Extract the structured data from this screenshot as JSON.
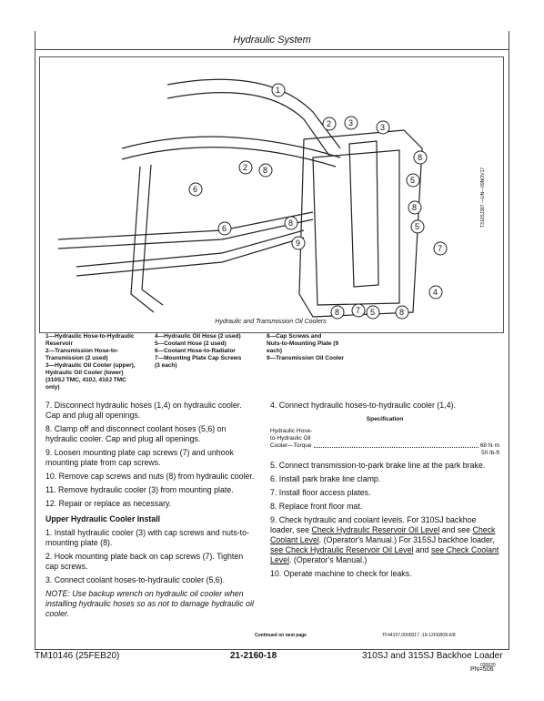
{
  "header": {
    "title": "Hydraulic System"
  },
  "figure": {
    "caption": "Hydraulic and Transmission Oil Coolers",
    "side_id": "T310SJ387 —UN—09NOV17",
    "callouts": [
      "1",
      "2",
      "3",
      "4",
      "5",
      "6",
      "7",
      "8",
      "9"
    ]
  },
  "legend": {
    "col1": [
      "1—Hydraulic Hose-to-Hydraulic",
      "     Reservoir",
      "2—Transmission Hose-to-",
      "     Transmission (2 used)",
      "3—Hydraulic Oil Cooler (upper),",
      "     Hydraulic Oil Cooler (lower)",
      "     (310SJ TMC, 410J, 410J TMC",
      "     only)"
    ],
    "col2": [
      "4—Hydraulic Oil Hose (2 used)",
      "5—Coolant Hose (2 used)",
      "6—Coolant Hose-to-Radiator",
      "7—Mounting Plate Cap Screws",
      "     (3 each)"
    ],
    "col3": [
      "8—Cap Screws and",
      "     Nuts-to-Mounting Plate (9",
      "     each)",
      "9—Transmission Oil Cooler"
    ]
  },
  "left_col": {
    "steps_top": [
      "7.  Disconnect hydraulic hoses (1,4) on hydraulic cooler. Cap and plug all openings.",
      "8.  Clamp off and disconnect coolant hoses (5,6) on hydraulic cooler. Cap and plug all openings.",
      "9.  Loosen mounting plate cap screws (7) and unhook mounting plate from cap screws.",
      "10. Remove cap screws and nuts (8) from hydraulic cooler.",
      "11. Remove hydraulic cooler (3) from mounting plate.",
      "12. Repair or replace as necessary."
    ],
    "subheading": "Upper Hydraulic Cooler Install",
    "steps_bottom": [
      "1.  Install hydraulic cooler (3) with cap screws and nuts-to-mounting plate (8).",
      "2.  Hook mounting plate back on cap screws (7). Tighten cap screws.",
      "3.  Connect coolant hoses-to-hydraulic cooler (5,6)."
    ],
    "note": "NOTE: Use backup wrench on hydraulic oil cooler when installing hydraulic hoses so as not to damage hydraulic oil cooler."
  },
  "right_col": {
    "step4": "4.  Connect hydraulic hoses-to-hydraulic cooler (1,4).",
    "spec_title": "Specification",
    "spec_lines": [
      "Hydraulic Hose-",
      "to-Hydraulic Oil",
      "Cooler—Torque"
    ],
    "spec_values": [
      "68 N·m",
      "50 lb-ft"
    ],
    "steps": [
      "5.  Connect transmission-to-park brake line at the park brake.",
      "6.  Install park brake line clamp.",
      "7.  Install floor access plates.",
      "8.  Replace front floor mat."
    ],
    "step9": {
      "a": "9.  Check hydraulic and coolant levels. For 310SJ backhoe loader, see ",
      "link1": "Check Hydraulic Reservoir Oil Level",
      "b": " and see ",
      "link2": "Check Coolant Level",
      "c": ". (Operator's Manual.) For 315SJ backhoe loader, ",
      "link3": "see Check Hydraulic Reservoir Oil Level",
      "d": " and ",
      "link4": "see Check Coolant Level",
      "e": ". (Operator's Manual.)"
    },
    "step10": "10. Operate machine to check for leaks."
  },
  "continued": "Continued on next page",
  "doc_code": "TF44157,0000017 -19-12FEB08-6/8",
  "footer": {
    "left": "TM10146 (25FEB20)",
    "center": "21-2160-18",
    "right": "310SJ and 315SJ Backhoe Loader",
    "code": "030620",
    "pn": "PN=506"
  }
}
